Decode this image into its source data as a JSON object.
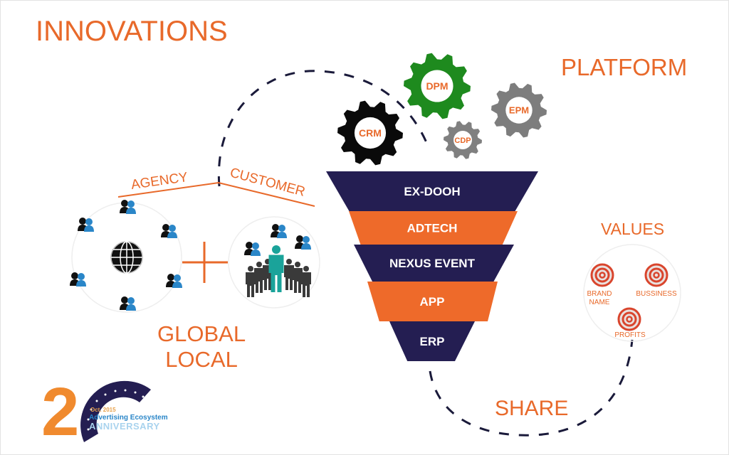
{
  "headings": {
    "innovations": "INNOVATIONS",
    "platform": "PLATFORM",
    "values": "VALUES",
    "global": "GLOBAL",
    "local": "LOCAL",
    "share": "SHARE",
    "agency": "AGENCY",
    "customer": "CUSTOMER"
  },
  "gears": [
    {
      "label": "CRM",
      "color": "#0a0a0a"
    },
    {
      "label": "DPM",
      "color": "#1e8a1e"
    },
    {
      "label": "CDP",
      "color": "#808080"
    },
    {
      "label": "EPM",
      "color": "#7d7d7d"
    }
  ],
  "funnel": [
    {
      "label": "EX-DOOH",
      "color": "#241e52"
    },
    {
      "label": "ADTECH",
      "color": "#ee6a2a"
    },
    {
      "label": "NEXUS EVENT",
      "color": "#241e52"
    },
    {
      "label": "APP",
      "color": "#ee6a2a"
    },
    {
      "label": "ERP",
      "color": "#241e52"
    }
  ],
  "values_items": [
    {
      "label_lines": [
        "BRAND",
        "NAME"
      ]
    },
    {
      "label_lines": [
        "BUSSINESS"
      ]
    },
    {
      "label_lines": [
        "PROFITS"
      ]
    }
  ],
  "icons": {
    "globe": "globe-icon",
    "user_pair": "user-pair-icon",
    "team": "business-team-icon",
    "plus": "plus-icon",
    "target": "target-icon"
  },
  "logo": {
    "digit": "2",
    "date": "Oct. 2015",
    "line1": "Advertising Ecosystem",
    "line2": "ANNIVERSARY"
  },
  "colors": {
    "accent_orange": "#e8692a",
    "navy": "#241e52",
    "people_blue": "#2a86c8",
    "teal": "#1aa39a"
  }
}
